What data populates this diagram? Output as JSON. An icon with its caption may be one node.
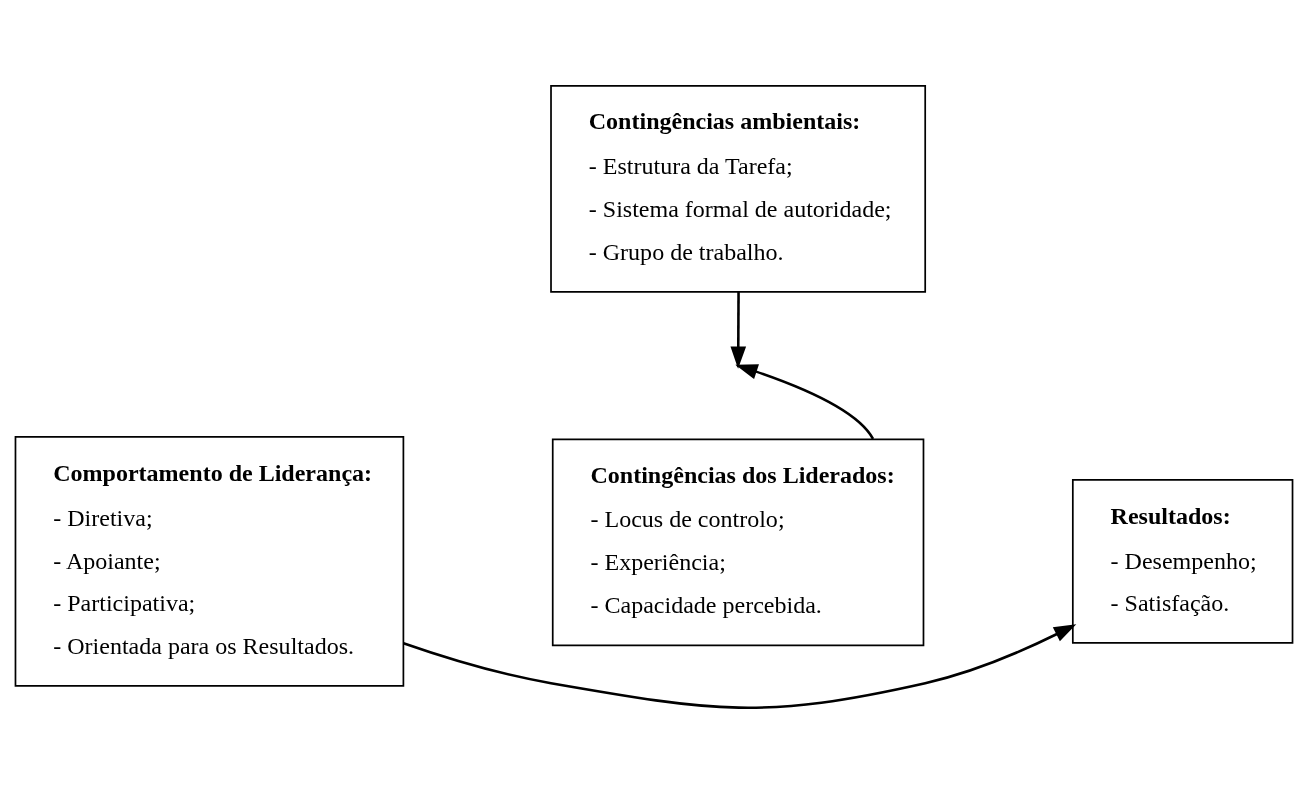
{
  "diagram": {
    "nodes": [
      {
        "text": [
          "Contingências ambientais:",
          "- Estrutura da Tarefa;",
          "- Sistema formal de autoridade;",
          "- Grupo de trabalho."
        ]
      },
      {
        "text": [
          "Comportamento de Liderança:",
          "- Diretiva;",
          "- Apoiante;",
          "- Participativa;",
          "- Orientada para os Resultados."
        ]
      },
      {
        "text": [
          "Resultados:",
          "- Desempenho;",
          "- Satisfação."
        ]
      },
      {
        "text": [
          "Contingências dos Liderados:",
          "- Locus de controlo;",
          "- Experiência;",
          "- Capacidade percebida."
        ]
      }
    ],
    "edges": [
      {
        "from": 1,
        "to": 2,
        "arrow": "to"
      },
      {
        "from": 0,
        "to": null,
        "arrow": "to"
      },
      {
        "from": 3,
        "to": null,
        "arrow": "to"
      }
    ]
  }
}
